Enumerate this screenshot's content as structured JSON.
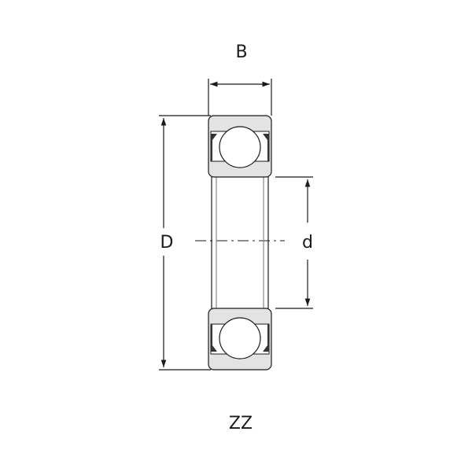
{
  "diagram": {
    "type": "deep groove ball bearing cross-section",
    "seal_type_label": "ZZ",
    "dimensions": {
      "width_label": "B",
      "outer_diameter_label": "D",
      "bore_diameter_label": "d"
    },
    "colors": {
      "ring_fill": "#e3e3e3",
      "outline": "#1a1a1a",
      "dimension_line": "#222222",
      "cage_fill": "#bdbdbd",
      "ball_fill": "#ffffff"
    }
  }
}
